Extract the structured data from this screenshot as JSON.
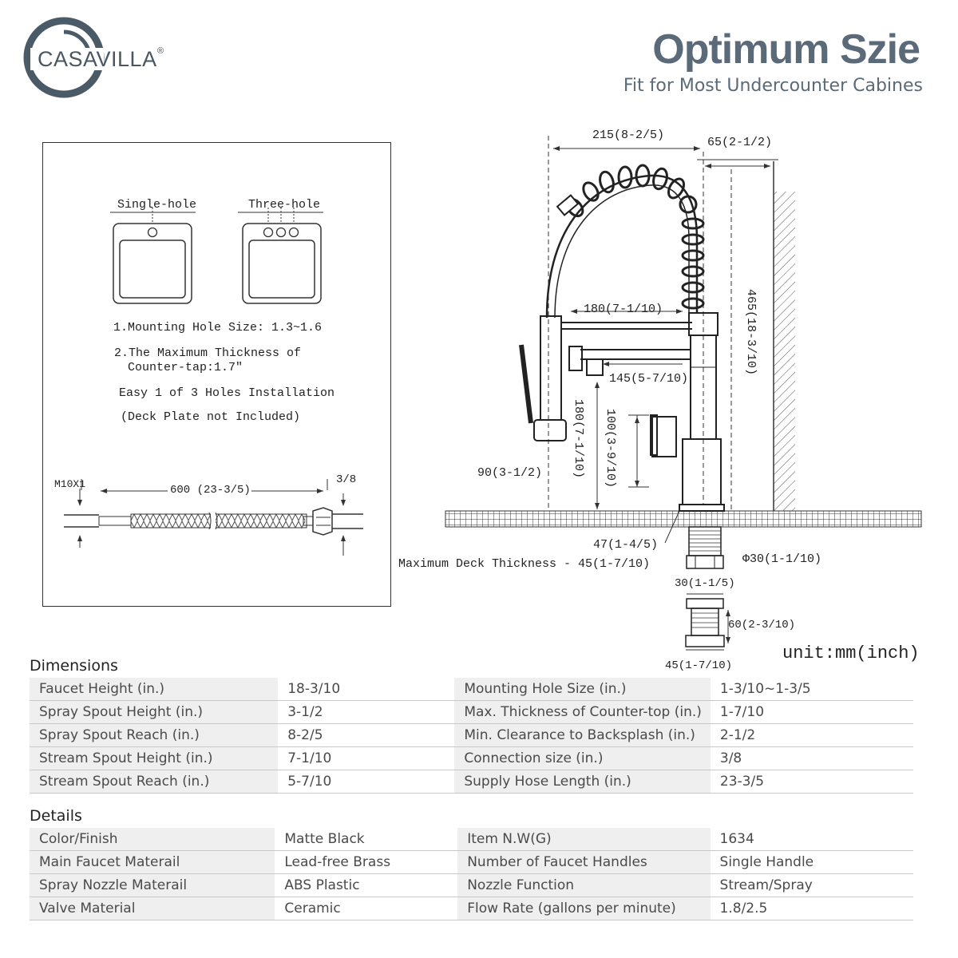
{
  "brand": {
    "name": "CASAVILLA",
    "registered": "®"
  },
  "header": {
    "title": "Optimum Szie",
    "subtitle": "Fit for Most Undercounter Cabines"
  },
  "install_box": {
    "single_hole": "Single-hole",
    "three_hole": "Three-hole",
    "note1": "1.Mounting Hole Size: 1.3~1.6",
    "note2_line1": "2.The Maximum Thickness of",
    "note2_line2": "Counter-tap:1.7\"",
    "easy": "Easy 1 of 3 Holes Installation",
    "deck": "(Deck Plate not Included)",
    "hose_thread": "M10X1",
    "hose_length": "600 (23-3/5)",
    "hose_connector": "3/8"
  },
  "diagram": {
    "spray_reach": "215(8-2/5)",
    "clearance": "65(2-1/2)",
    "total_height": "465(18-3/10)",
    "stream_reach_upper": "180(7-1/10)",
    "stream_reach": "145(5-7/10)",
    "stream_height": "180(7-1/10)",
    "handle_height": "100(3-9/10)",
    "spray_height": "90(3-1/2)",
    "deck_47": "47(1-4/5)",
    "max_deck": "Maximum Deck Thickness - 45(1-7/10)",
    "shank_dia": "Φ30(1-1/10)",
    "nut_width": "30(1-1/5)",
    "nut_height": "60(2-3/10)",
    "nut_base": "45(1-7/10)",
    "unit": "unit:mm(inch)"
  },
  "dimensions": {
    "title": "Dimensions",
    "rows": [
      [
        "Faucet Height (in.)",
        "18-3/10",
        "Mounting Hole Size (in.)",
        "1-3/10~1-3/5"
      ],
      [
        "Spray Spout Height (in.)",
        "3-1/2",
        "Max. Thickness of Counter-top (in.)",
        "1-7/10"
      ],
      [
        "Spray Spout Reach (in.)",
        "8-2/5",
        "Min. Clearance to Backsplash (in.)",
        "2-1/2"
      ],
      [
        "Stream Spout Height (in.)",
        "7-1/10",
        "Connection size (in.)",
        "3/8"
      ],
      [
        "Stream Spout Reach (in.)",
        "5-7/10",
        "Supply Hose Length (in.)",
        "23-3/5"
      ]
    ]
  },
  "details": {
    "title": "Details",
    "rows": [
      [
        "Color/Finish",
        "Matte Black",
        "Item N.W(G)",
        "1634"
      ],
      [
        "Main Faucet Materail",
        "Lead-free Brass",
        "Number of Faucet Handles",
        "Single Handle"
      ],
      [
        "Spray Nozzle Materail",
        "ABS Plastic",
        "Nozzle Function",
        "Stream/Spray"
      ],
      [
        "Valve Material",
        "Ceramic",
        "Flow Rate (gallons per minute)",
        "1.8/2.5"
      ]
    ]
  }
}
